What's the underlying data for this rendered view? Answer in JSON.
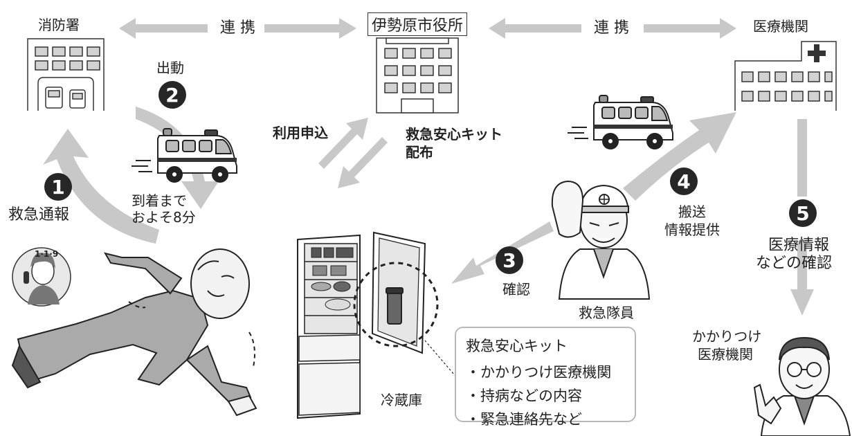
{
  "labels": {
    "fire_station": "消防署",
    "cooperation_left": "連 携",
    "city_hall": "伊勢原市役所",
    "cooperation_right": "連 携",
    "medical_institution": "医療機関",
    "dispatch": "出動",
    "arrival_line1": "到着まで",
    "arrival_line2": "およそ8分",
    "emergency_call": "救急通報",
    "usage_application": "利用申込",
    "kit_distribution_line1": "救急安心キット",
    "kit_distribution_line2": "配布",
    "transport": "搬送",
    "info_provision": "情報提供",
    "confirmation": "確認",
    "paramedic": "救急隊員",
    "medical_info_line1": "医療情報",
    "medical_info_line2": "などの確認",
    "family_doctor_line1": "かかりつけ",
    "family_doctor_line2": "医療機関",
    "refrigerator": "冷蔵庫",
    "phone_number": "1·1·9"
  },
  "steps": [
    "1",
    "2",
    "3",
    "4",
    "5"
  ],
  "kit_box": {
    "title": "救急安心キット",
    "items": [
      "・かかりつけ医療機関",
      "・持病などの内容",
      "・緊急連絡先など"
    ]
  },
  "colors": {
    "arrow": "#c8c8c8",
    "badge": "#262626",
    "line": "#333333",
    "window": "#d2d2d2"
  }
}
